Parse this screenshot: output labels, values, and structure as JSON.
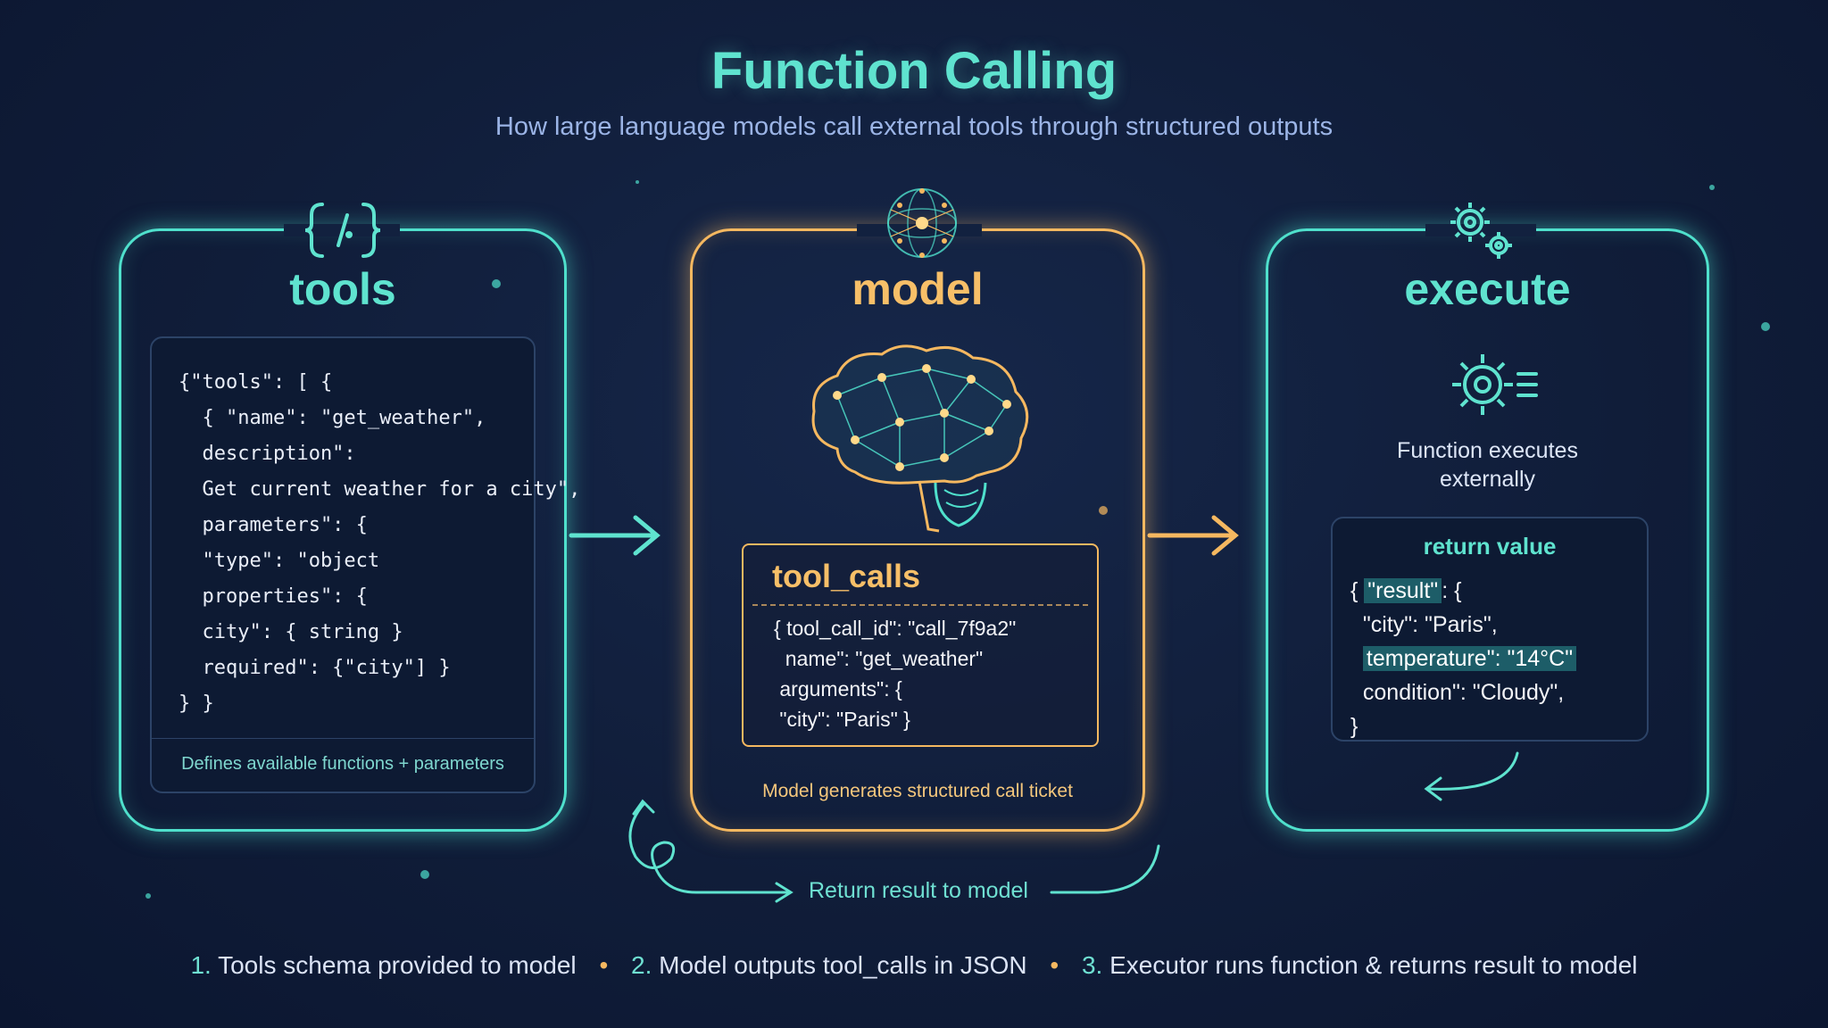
{
  "header": {
    "title": "Function Calling",
    "subtitle": "How large language models call external tools through structured outputs"
  },
  "tools_panel": {
    "title": "tools",
    "icon": "code-braces-icon",
    "code_lines": [
      "{\"tools\": [ {",
      "  { \"name\": \"get_weather\",",
      "  description\":",
      "  Get current weather for a city\",",
      "  parameters\": {",
      "  \"type\": \"object",
      "  properties\": {",
      "  city\": { string }",
      "  required\": {\"city\"] }",
      "} }"
    ],
    "caption": "Defines available functions + parameters"
  },
  "model_panel": {
    "title": "model",
    "icon": "neural-sphere-icon",
    "brain_icon": "neural-brain-icon",
    "ticket_title": "tool_calls",
    "ticket_lines": [
      "{ tool_call_id\": \"call_7f9a2\"",
      "  name\": \"get_weather\"",
      " arguments\": {",
      " \"city\": \"Paris\" }"
    ],
    "caption": "Model generates structured call ticket"
  },
  "execute_panel": {
    "title": "execute",
    "icon": "gears-icon",
    "exec_icon": "gear-list-icon",
    "description_line1": "Function executes",
    "description_line2": "externally",
    "return_title": "return value",
    "return_line1_prefix": "{ ",
    "return_line1_key": "\"result\"",
    "return_line1_suffix": ": {",
    "return_line2": "  \"city\": \"Paris\",",
    "return_line3_highlight": "temperature\": \"14°C\"",
    "return_line4": "  condition\": \"Cloudy\",",
    "return_line5": "}"
  },
  "return_flow": {
    "label": "Return result to model"
  },
  "footer": {
    "step1_num": "1.",
    "step1_text": "Tools schema provided to model",
    "step2_num": "2.",
    "step2_text": "Model outputs tool_calls in JSON",
    "step3_num": "3.",
    "step3_text": "Executor runs function & returns result to model",
    "separator": "•"
  },
  "colors": {
    "teal": "#4fe0cc",
    "amber": "#f5b860",
    "background": "#101d39"
  }
}
